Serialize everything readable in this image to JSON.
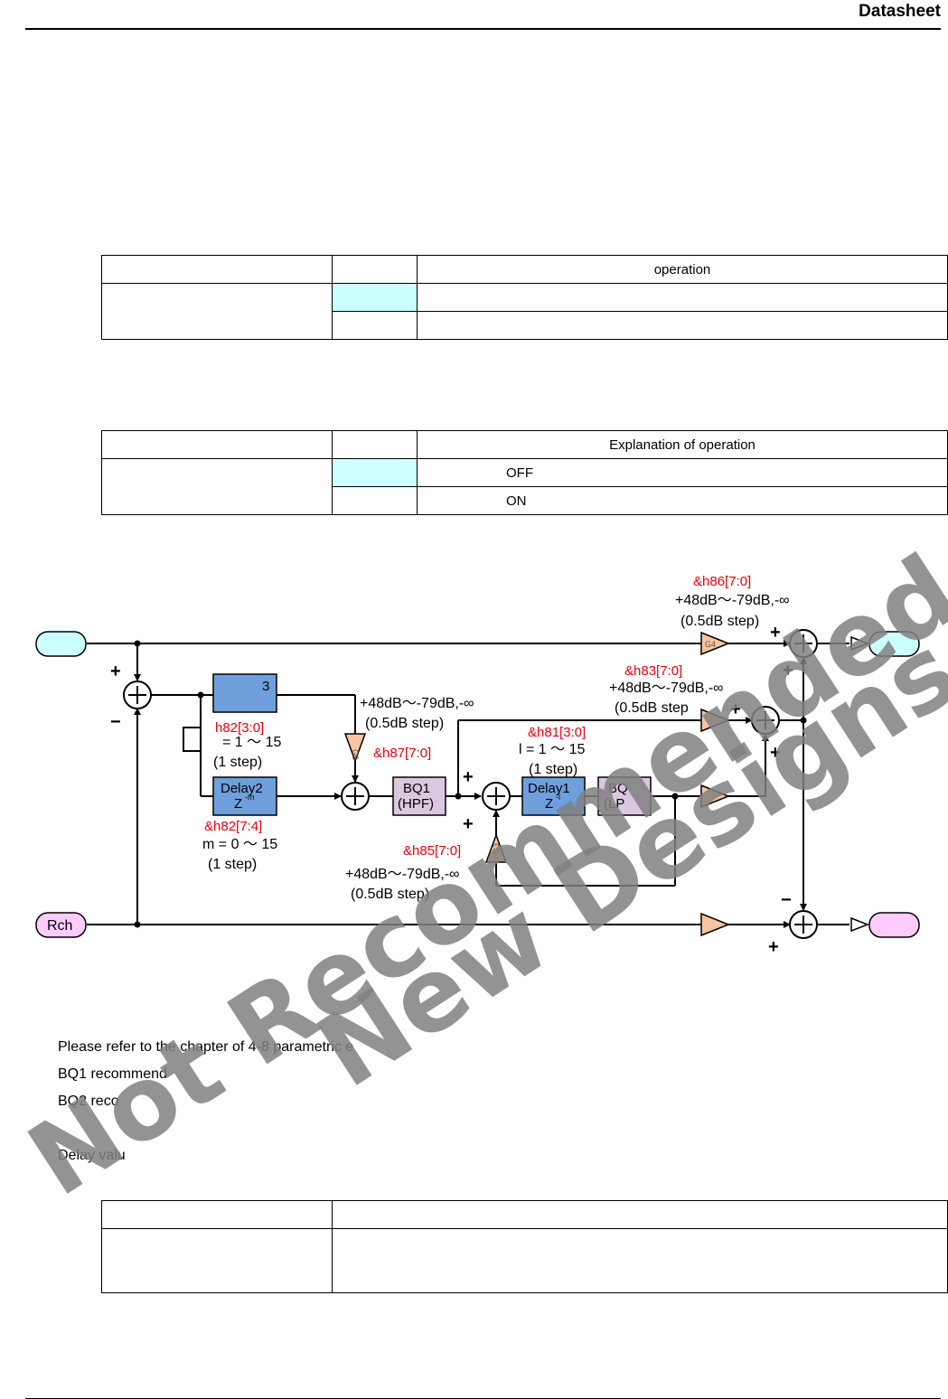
{
  "header": {
    "title": "Datasheet"
  },
  "table1": {
    "header_col3": "operation",
    "rows": [
      "",
      ""
    ]
  },
  "table2": {
    "header_col3": "Explanation of operation",
    "row1_col3": "OFF",
    "row2_col3": "ON"
  },
  "diagram": {
    "rch_label": "Rch",
    "h86": "&h86[7:0]",
    "h83": "&h83[7:0]",
    "h82_low": "h82[3:0]",
    "h87": "&h87[7:0]",
    "h81": "&h81[3:0]",
    "h82_high": "&h82[7:4]",
    "h85": "&h85[7:0]",
    "gain_range_1": "+48dB～-79dB,-∞",
    "gain_range_2": "+48dB～-79dB,-∞",
    "gain_range_3": "+48dB～-79dB,-∞",
    "gain_range_4": "+48dB～-79dB,-∞",
    "step_1": "(0.5dB step)",
    "step_2": "(0.5dB step",
    "step_3": "(0.5dB step)",
    "step_4": "(0.5dB step)",
    "delay3_label": "3",
    "delay2_label": "Delay2",
    "delay2_z": "Z",
    "delay2_sup": "-m",
    "delay1_label": "Delay1",
    "delay1_z": "Z",
    "delay1_sup": "-l",
    "bq1_label": "BQ1",
    "bq1_sub": "(HPF)",
    "bq2_label": "BQ",
    "bq2_sub": "(LP",
    "range_n": "= 1 ～ 15",
    "range_l": "l = 1 ～ 15",
    "range_m": "m = 0 ～ 15",
    "step_n": "(1 step)",
    "step_l": "(1 step)",
    "step_m": "(1 step)",
    "g4": "G4",
    "g3": "G3",
    "g5": "G5",
    "plus": "+",
    "minus": "−"
  },
  "notes": {
    "line1": "Please refer to the chapter of 4-8 parametric e",
    "line2": "BQ1 recommend",
    "line3": "BQ2 reco",
    "line4": "Delay valu"
  },
  "watermark": {
    "line1": "Not Recommended for",
    "line2": "New Designs"
  },
  "colors": {
    "cyan_fill": "#ccffff",
    "pink_fill": "#ffccff",
    "blue_block": "#6f9fdc",
    "lilac_block": "#d9c8e0",
    "amp_fill": "#f8c3a0",
    "red_text": "#e8000b"
  }
}
